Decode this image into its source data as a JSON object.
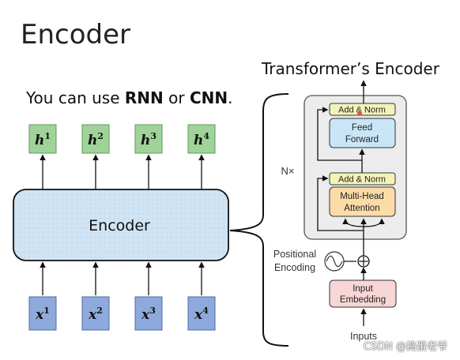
{
  "title": "Encoder",
  "subtitle": {
    "prefix": "You can use ",
    "rnn": "RNN",
    "mid": " or ",
    "cnn": "CNN",
    "suffix": "."
  },
  "transformer_title": "Transformer’s Encoder",
  "encoder_label": "Encoder",
  "outputs": [
    {
      "base": "h",
      "sup": "1"
    },
    {
      "base": "h",
      "sup": "2"
    },
    {
      "base": "h",
      "sup": "3"
    },
    {
      "base": "h",
      "sup": "4"
    }
  ],
  "inputs": [
    {
      "base": "x",
      "sup": "1"
    },
    {
      "base": "x",
      "sup": "2"
    },
    {
      "base": "x",
      "sup": "3"
    },
    {
      "base": "x",
      "sup": "4"
    }
  ],
  "transformer": {
    "nx_label": "N×",
    "add_norm": "Add & Norm",
    "feed_forward": [
      "Feed",
      "Forward"
    ],
    "multi_head": [
      "Multi-Head",
      "Attention"
    ],
    "positional": [
      "Positional",
      "Encoding"
    ],
    "input_embedding": [
      "Input",
      "Embedding"
    ],
    "inputs_label": "Inputs"
  },
  "watermark": "CSDN @捣蛋老爷",
  "colors": {
    "green_box": "#9fd39a",
    "blue_box": "#8ea9dc",
    "encoder_fill": "#cfe3f3",
    "add_norm": "#f3f3b8",
    "feed_forward": "#c8e6f7",
    "multi_head": "#fbdca6",
    "input_embedding": "#f8d6d6",
    "block_bg": "#ececec"
  }
}
